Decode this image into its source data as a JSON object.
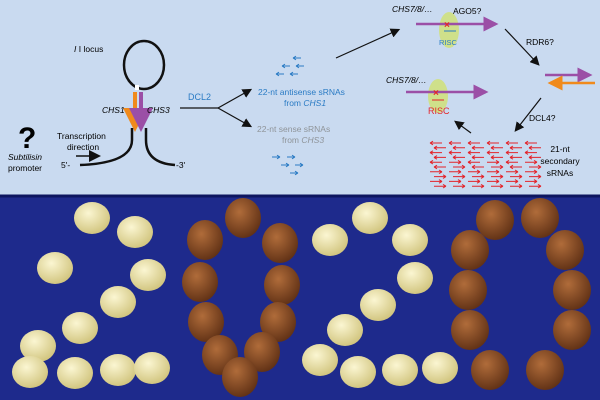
{
  "diagram": {
    "locus_label": "I locus",
    "chs1": "CHS1",
    "chs3": "CHS3",
    "question_mark": "?",
    "promoter_line1": "Subtilisin",
    "promoter_line2": "promoter",
    "transcription_line1": "Transcription",
    "transcription_line2": "direction",
    "five_prime": "5'-",
    "three_prime": "-3'",
    "dcl2": "DCL2",
    "antisense_line1": "22-nt antisense sRNAs",
    "antisense_line2_prefix": "from ",
    "antisense_line2_gene": "CHS1",
    "sense_line1": "22-nt sense sRNAs",
    "sense_line2_prefix": "from ",
    "sense_line2_gene": "CHS3",
    "target_top": "CHS7/8/…",
    "ago5": "AGO5?",
    "risc_top": "RISC",
    "rdr6": "RDR6?",
    "target_mid": "CHS7/8/…",
    "risc_mid": "RISC",
    "dcl4": "DCL4?",
    "secondary_line1": "21-nt",
    "secondary_line2": "secondary",
    "secondary_line3": "sRNAs"
  },
  "colors": {
    "panel_bg": "#c9daf0",
    "photo_bg": "#1e2a8c",
    "orange": "#f08a1c",
    "purple": "#9b4fa6",
    "blue_text": "#2a7bc4",
    "gray_text": "#8f9499",
    "red": "#e3242b",
    "risc_blob": "#cfe08a",
    "yellow_seed": "#ece3a6",
    "brown_seed": "#8a4a22"
  },
  "photo": {
    "number_shown": "2020"
  }
}
